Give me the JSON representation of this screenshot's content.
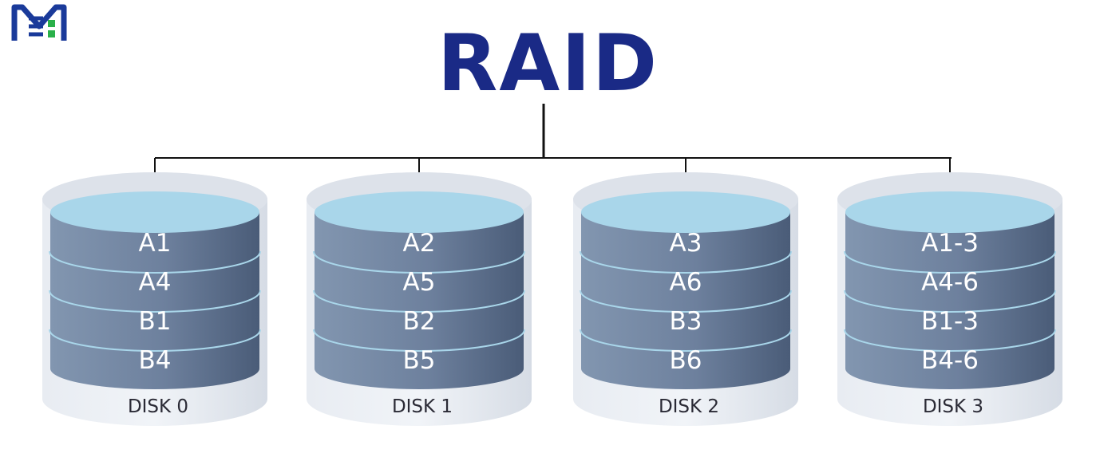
{
  "logo": {
    "icon": "m-logo-icon",
    "colors": [
      "#1a3a9a",
      "#2ab04a"
    ]
  },
  "title": "RAID",
  "colors": {
    "title": "#1a2a86",
    "connector": "#111111",
    "disk_top": "#a9d6ea",
    "disk_body_light": "#8296b0",
    "disk_body_dark": "#4a5c78",
    "disk_shell": "#dde2ea",
    "separator": "#a9d6ea"
  },
  "disks": [
    {
      "label": "DISK 0",
      "blocks": [
        "A1",
        "A4",
        "B1",
        "B4"
      ]
    },
    {
      "label": "DISK 1",
      "blocks": [
        "A2",
        "A5",
        "B2",
        "B5"
      ]
    },
    {
      "label": "DISK 2",
      "blocks": [
        "A3",
        "A6",
        "B3",
        "B6"
      ]
    },
    {
      "label": "DISK 3",
      "blocks": [
        "A1-3",
        "A4-6",
        "B1-3",
        "B4-6"
      ]
    }
  ]
}
